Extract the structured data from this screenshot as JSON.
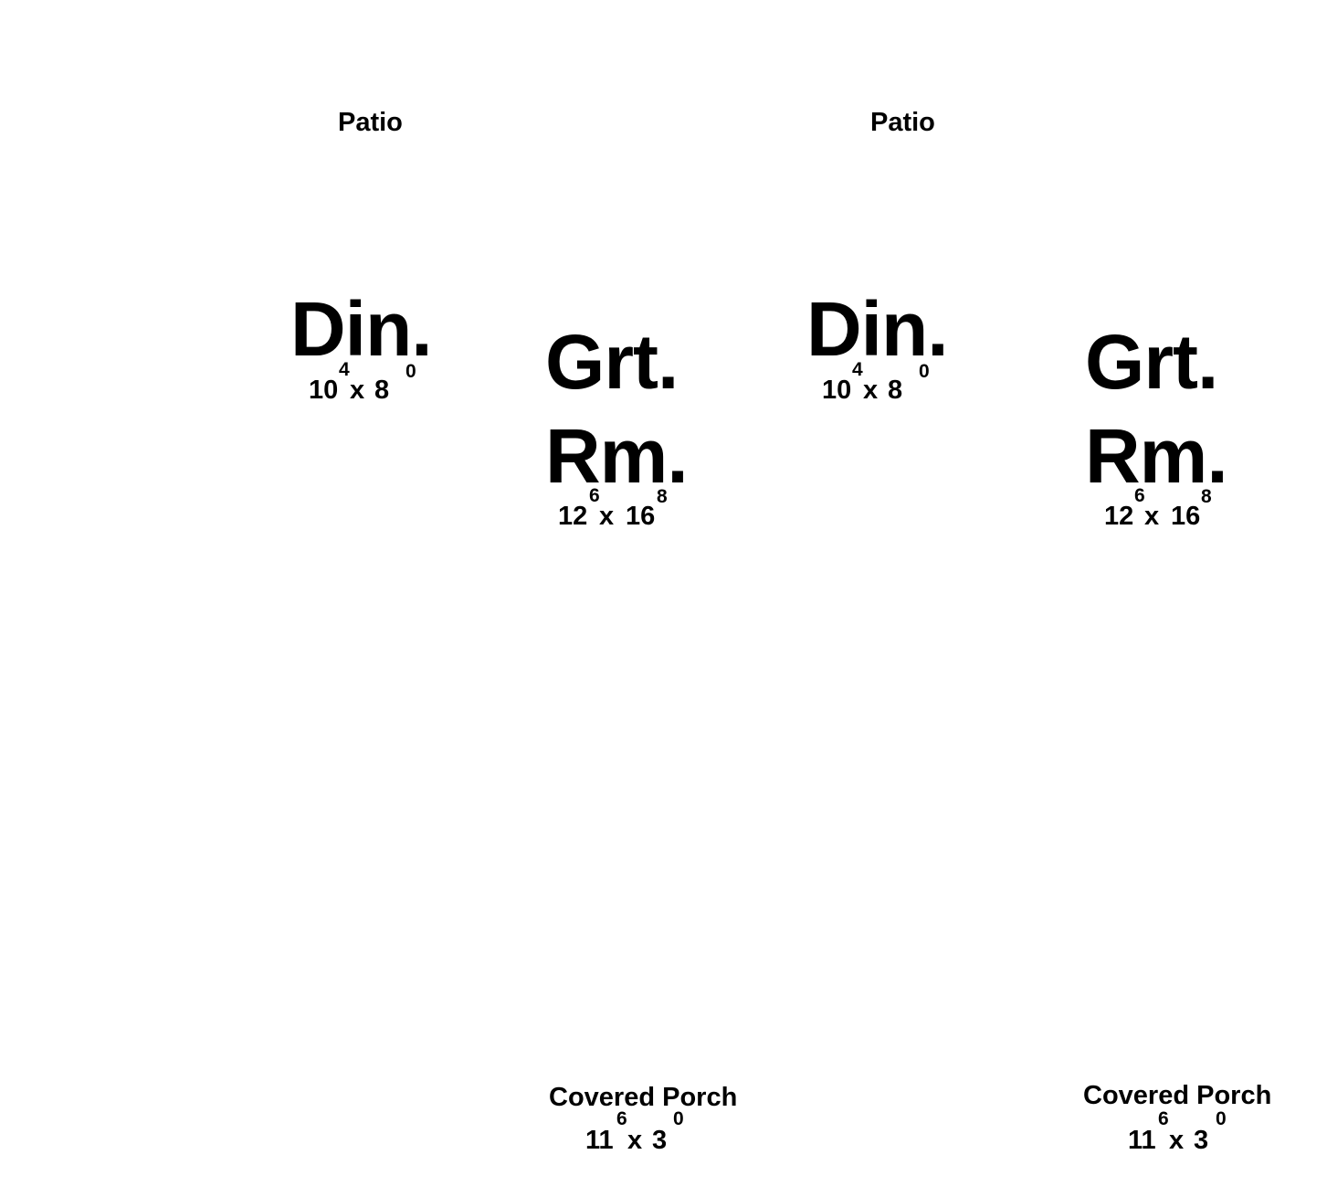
{
  "plans": [
    {
      "patio": {
        "label": "Patio"
      },
      "dining": {
        "name": "Din.",
        "dim_a": "10",
        "dim_a_in": "4",
        "sep": "x",
        "dim_b": "8",
        "dim_b_in": "0"
      },
      "great_room": {
        "name_line1": "Grt.",
        "name_line2": "Rm.",
        "dim_a": "12",
        "dim_a_in": "6",
        "sep": "x",
        "dim_b": "16",
        "dim_b_in": "8"
      },
      "covered_porch": {
        "label": "Covered Porch",
        "dim_a": "11",
        "dim_a_in": "6",
        "sep": "x",
        "dim_b": "3",
        "dim_b_in": "0"
      }
    },
    {
      "patio": {
        "label": "Patio"
      },
      "dining": {
        "name": "Din.",
        "dim_a": "10",
        "dim_a_in": "4",
        "sep": "x",
        "dim_b": "8",
        "dim_b_in": "0"
      },
      "great_room": {
        "name_line1": "Grt.",
        "name_line2": "Rm.",
        "dim_a": "12",
        "dim_a_in": "6",
        "sep": "x",
        "dim_b": "16",
        "dim_b_in": "8"
      },
      "covered_porch": {
        "label": "Covered Porch",
        "dim_a": "11",
        "dim_a_in": "6",
        "sep": "x",
        "dim_b": "3",
        "dim_b_in": "0"
      }
    }
  ]
}
